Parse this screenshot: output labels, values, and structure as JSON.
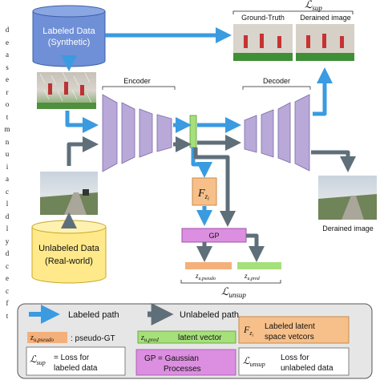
{
  "margin_letters": [
    "d",
    "e",
    "a",
    "s",
    "e",
    "r",
    "o",
    "t",
    "m",
    "n",
    "u",
    "i",
    "a",
    "c",
    "l",
    "d",
    "l",
    "y",
    "d",
    "c",
    "e",
    "c",
    "f",
    "t"
  ],
  "labeled_db": {
    "line1": "Labeled Data",
    "line2": "(Synthetic)"
  },
  "unlabeled_db": {
    "line1": "Unlabeled Data",
    "line2": "(Real-world)"
  },
  "encoder_label": "Encoder",
  "decoder_label": "Decoder",
  "sup_loss": {
    "symbol": "ℒ",
    "sub": "sup"
  },
  "unsup_loss": {
    "symbol": "ℒ",
    "sub": "unsup"
  },
  "ground_truth_label": "Ground-Truth",
  "derained_label_top": "Derained image",
  "derained_label_right": "Derained image",
  "fz_label": {
    "main": "F",
    "sub": "z",
    "subsub": "l"
  },
  "gp_label": "GP",
  "z_pseudo": {
    "main": "z",
    "sub": "u,pseudo"
  },
  "z_pred": {
    "main": "z",
    "sub": "u,pred"
  },
  "legend": {
    "labeled_path": "Labeled path",
    "unlabeled_path": "Unlabeled path",
    "z_pseudo_def": ": pseudo-GT",
    "z_pred_def": "latent vector",
    "fz_def_line1": "Labeled latent",
    "fz_def_line2": "space vetcors",
    "lsup_def_line1": "= Loss for",
    "lsup_def_line2": "labeled data",
    "gp_def_line1": "GP = Gaussian",
    "gp_def_line2": "Processes",
    "lunsup_def_line1": "Loss for",
    "lunsup_def_line2": "unlabeled data"
  },
  "colors": {
    "labeled_arrow": "#3a9be0",
    "unlabeled_arrow": "#5f6f7a",
    "encoder_fill": "#b9a9d9",
    "db_blue": "#6f8fd6",
    "db_yellow": "#ffe98a",
    "fz_orange": "#f7c08a",
    "gp_pink": "#dc8fe0",
    "latent_green": "#a6e07a",
    "pseudo_orange": "#f4b07a",
    "legend_bg": "#e6e6e6"
  }
}
